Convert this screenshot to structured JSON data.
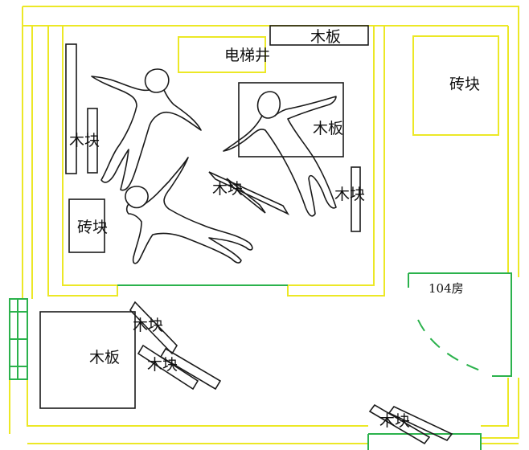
{
  "colors": {
    "wall": "#ece826",
    "door": "#2bb24c",
    "ink": "#1a1a1a",
    "background": "#ffffff"
  },
  "labels": {
    "elevator_shaft": "电梯井",
    "plank_top": "木板",
    "brick_top_right": "砖块",
    "wood_block_left": "木块",
    "plank_middle": "木板",
    "wood_block_mid_a": "木块",
    "wood_block_mid_b": "木块",
    "brick_left": "砖块",
    "room_104": "104房",
    "plank_bottom_left": "木板",
    "wood_block_bottom_a": "木块",
    "wood_block_bottom_b": "木块",
    "wood_block_bottom_c": "木块"
  }
}
